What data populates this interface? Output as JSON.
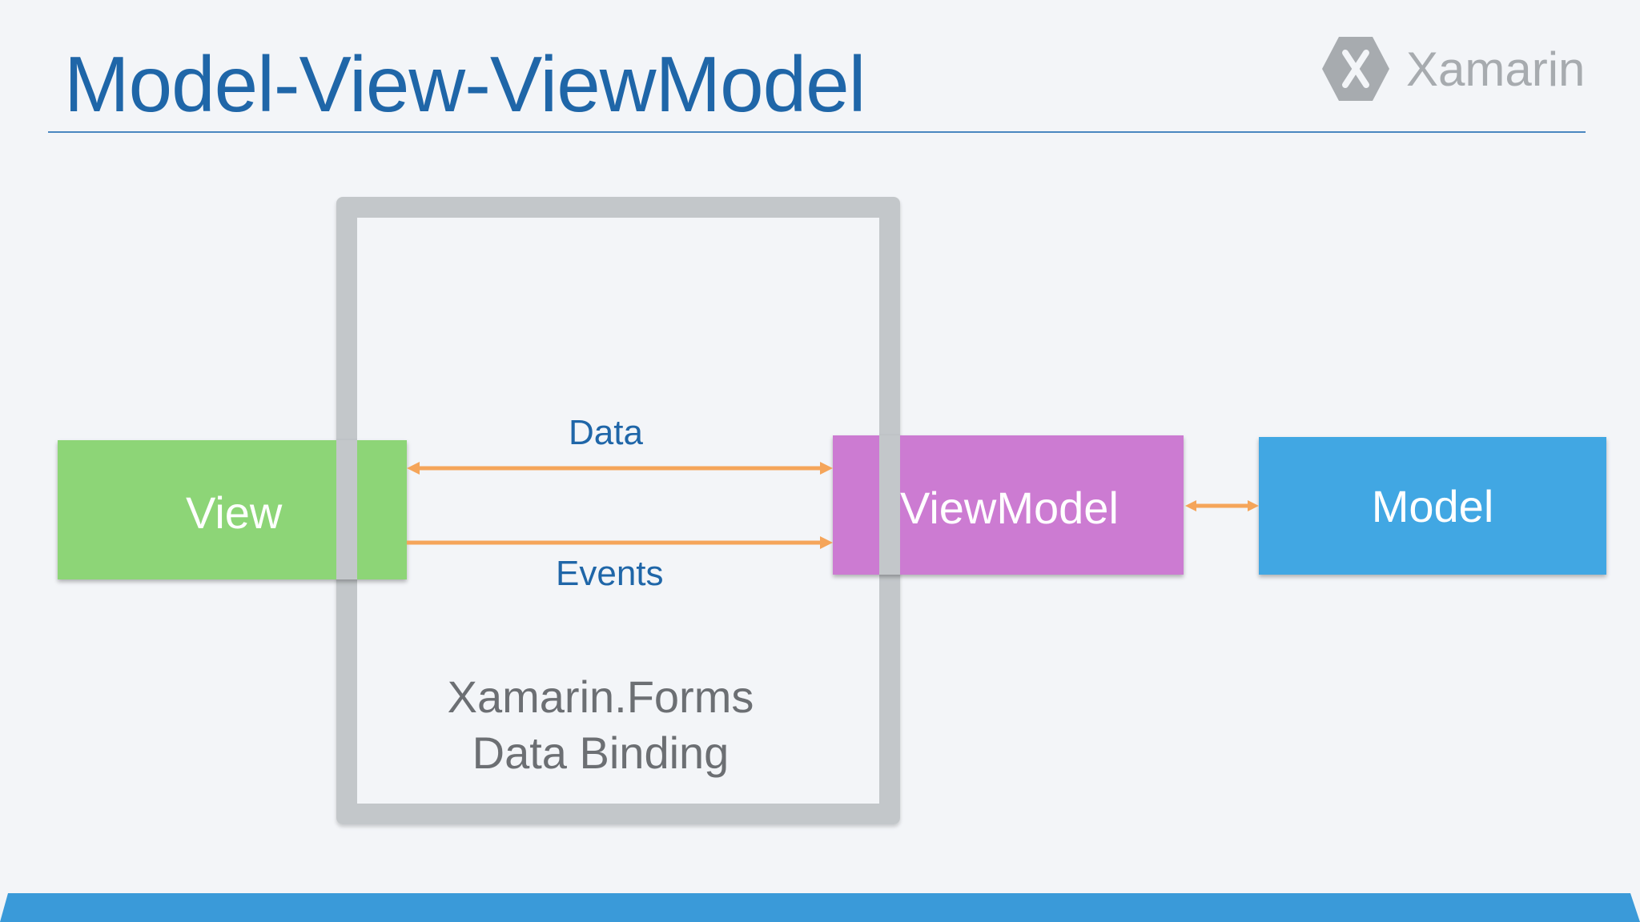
{
  "title": "Model-View-ViewModel",
  "logo": {
    "text": "Xamarin",
    "icon": "xamarin-hex-icon"
  },
  "diagram": {
    "frame_caption_line1": "Xamarin.Forms",
    "frame_caption_line2": "Data Binding",
    "nodes": {
      "view": "View",
      "viewmodel": "ViewModel",
      "model": "Model"
    },
    "edges": {
      "data": "Data",
      "events": "Events"
    }
  },
  "colors": {
    "title": "#1f66a8",
    "view": "#8dd577",
    "viewmodel": "#cc7bd2",
    "model": "#41a7e3",
    "arrow": "#f5a55a",
    "frame": "#c3c7ca",
    "bottom_bar": "#3a9ad9"
  }
}
